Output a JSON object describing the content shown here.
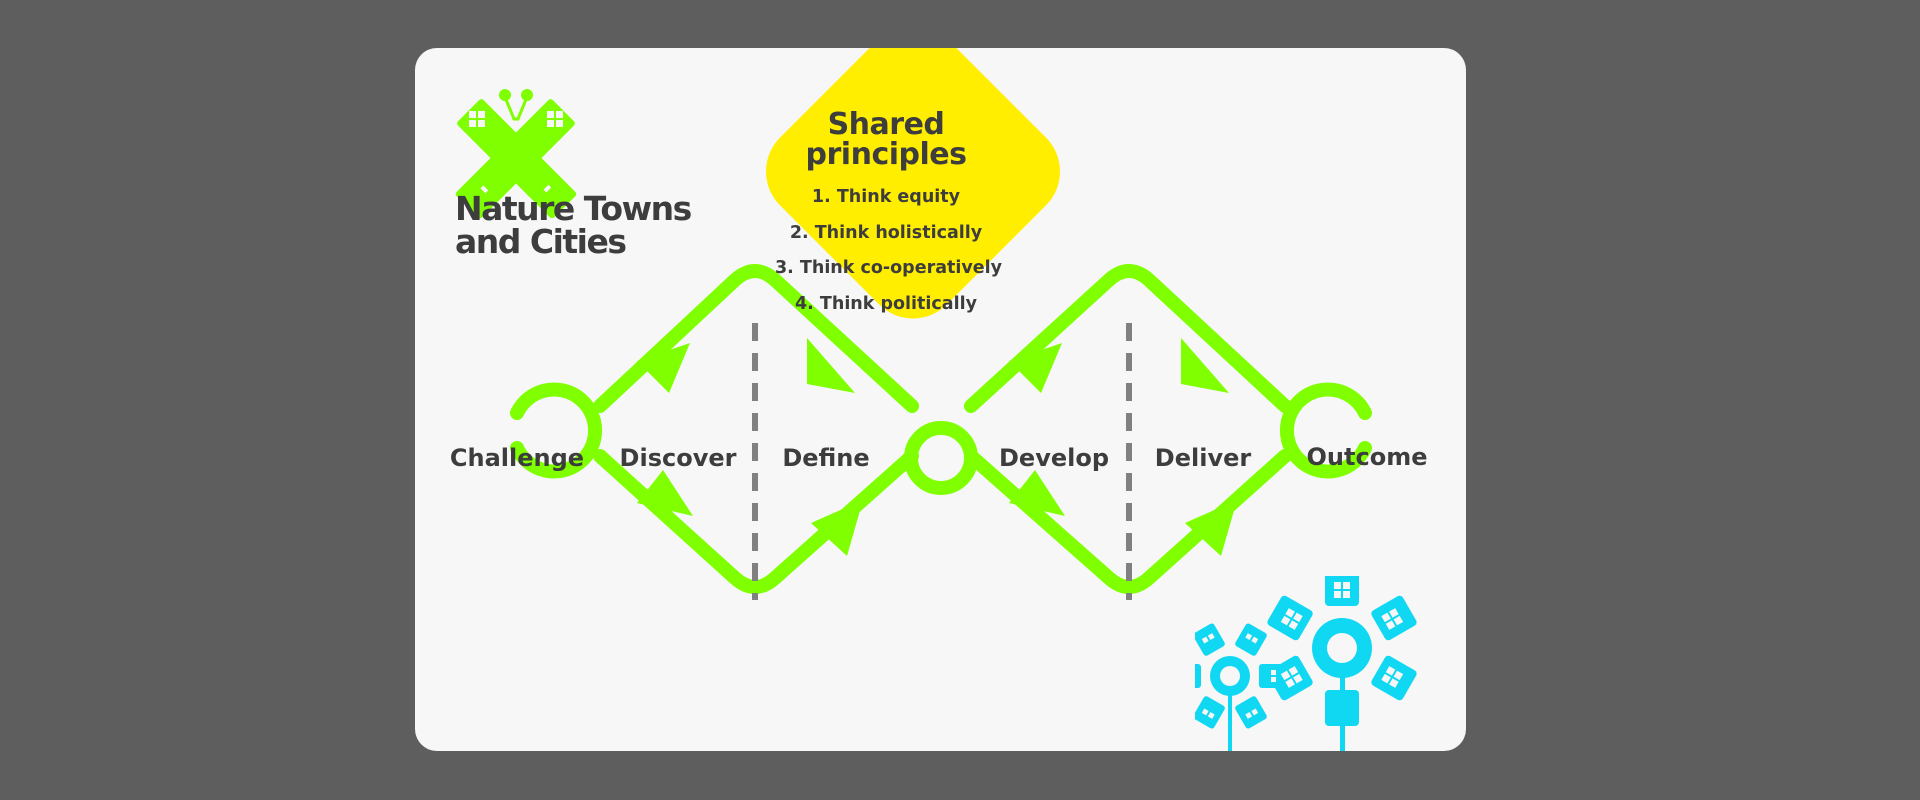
{
  "brand": {
    "line1": "Nature Towns",
    "line2": "and Cities",
    "color": "#7fff00"
  },
  "principles": {
    "title_line1": "Shared",
    "title_line2": "principles",
    "items": [
      "1. Think equity",
      "2. Think holistically",
      "3. Think co-operatively",
      "4. Think politically"
    ],
    "color": "#ffee00"
  },
  "stages": {
    "challenge": "Challenge",
    "discover": "Discover",
    "define": "Define",
    "develop": "Develop",
    "deliver": "Deliver",
    "outcome": "Outcome"
  },
  "colors": {
    "flow": "#7fff00",
    "divider": "#808080",
    "flowers": "#10d8f2",
    "text": "#3d3d3d"
  },
  "icons": {
    "logo": "butterfly-buildings-icon",
    "decoration": "building-flowers-icon"
  }
}
